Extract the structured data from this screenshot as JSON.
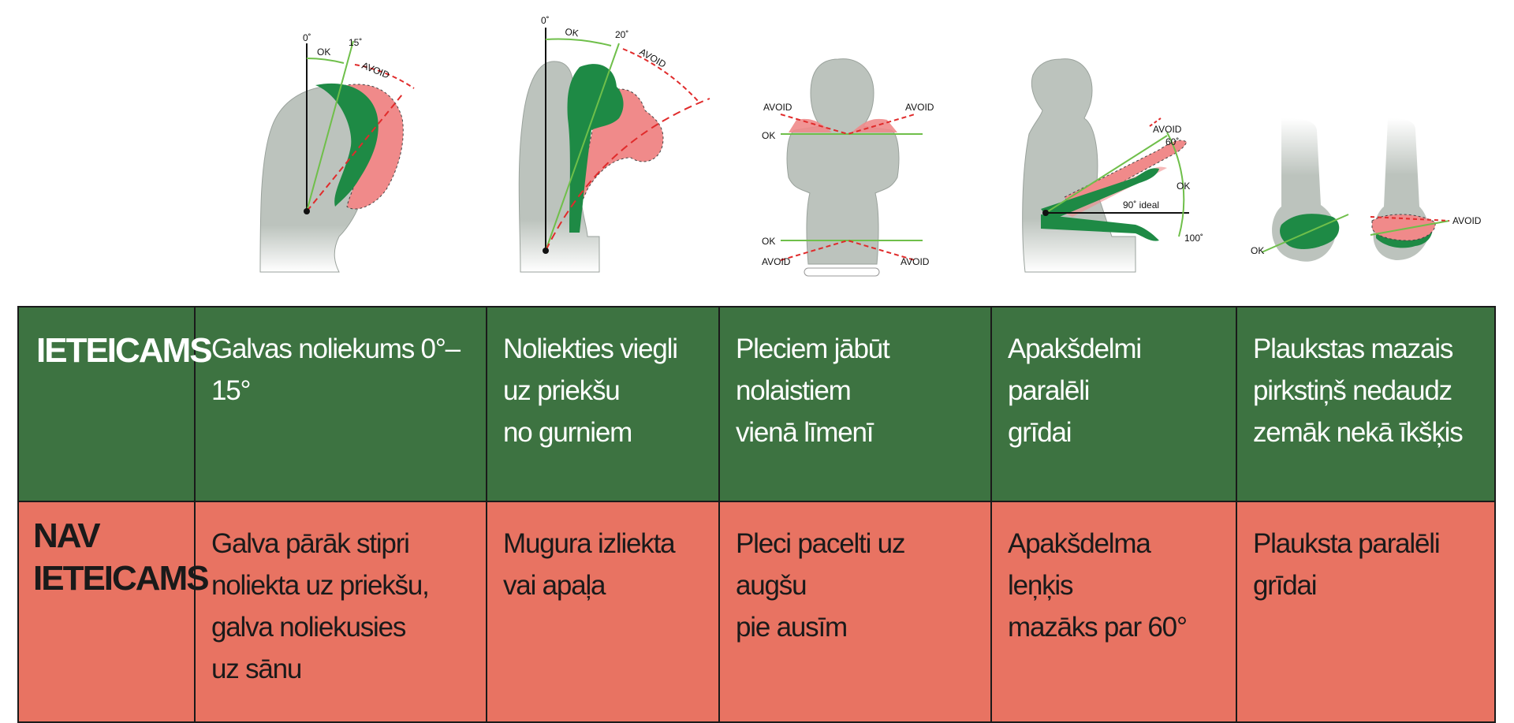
{
  "colors": {
    "recommended_bg": "#3d7341",
    "not_recommended_bg": "#e87362",
    "good_shape": "#1e8a45",
    "bad_shape": "#f08a8a",
    "neutral_body": "#bcc3bd",
    "ok_line": "#6fbf4a",
    "avoid_line": "#e02b2b"
  },
  "figures": {
    "head": {
      "deg0": "0˚",
      "deg15": "15˚",
      "ok": "OK",
      "avoid": "AVOID"
    },
    "back": {
      "deg0": "0˚",
      "deg20": "20˚",
      "ok": "OK",
      "avoid": "AVOID"
    },
    "shoulders": {
      "avoid_tl": "AVOID",
      "avoid_tr": "AVOID",
      "ok_top": "OK",
      "ok_bottom": "OK",
      "avoid_bl": "AVOID",
      "avoid_br": "AVOID"
    },
    "forearm": {
      "avoid": "AVOID",
      "deg60": "60˚",
      "ok": "OK",
      "ideal": "90˚ ideal",
      "deg100": "100˚"
    },
    "hands": {
      "ok": "OK",
      "avoid": "AVOID"
    }
  },
  "table": {
    "recommended": {
      "header": "IETEICAMS",
      "cells": [
        "Galvas noliekums 0°–15°",
        "Noliekties viegli\nuz priekšu\nno gurniem",
        "Pleciem jābūt\nnolaistiem\nvienā līmenī",
        "Apakšdelmi paralēli\ngrīdai",
        "Plaukstas mazais\npirkstiņš nedaudz\nzemāk nekā īkšķis"
      ]
    },
    "not_recommended": {
      "header": "NAV\nIETEICAMS",
      "cells": [
        "Galva pārāk stipri\nnoliekta uz priekšu,\ngalva noliekusies\nuz sānu",
        "Mugura izliekta\nvai apaļa",
        "Pleci pacelti uz augšu\npie ausīm",
        "Apakšdelma leņķis\nmazāks par 60°",
        "Plauksta paralēli\ngrīdai"
      ]
    }
  }
}
